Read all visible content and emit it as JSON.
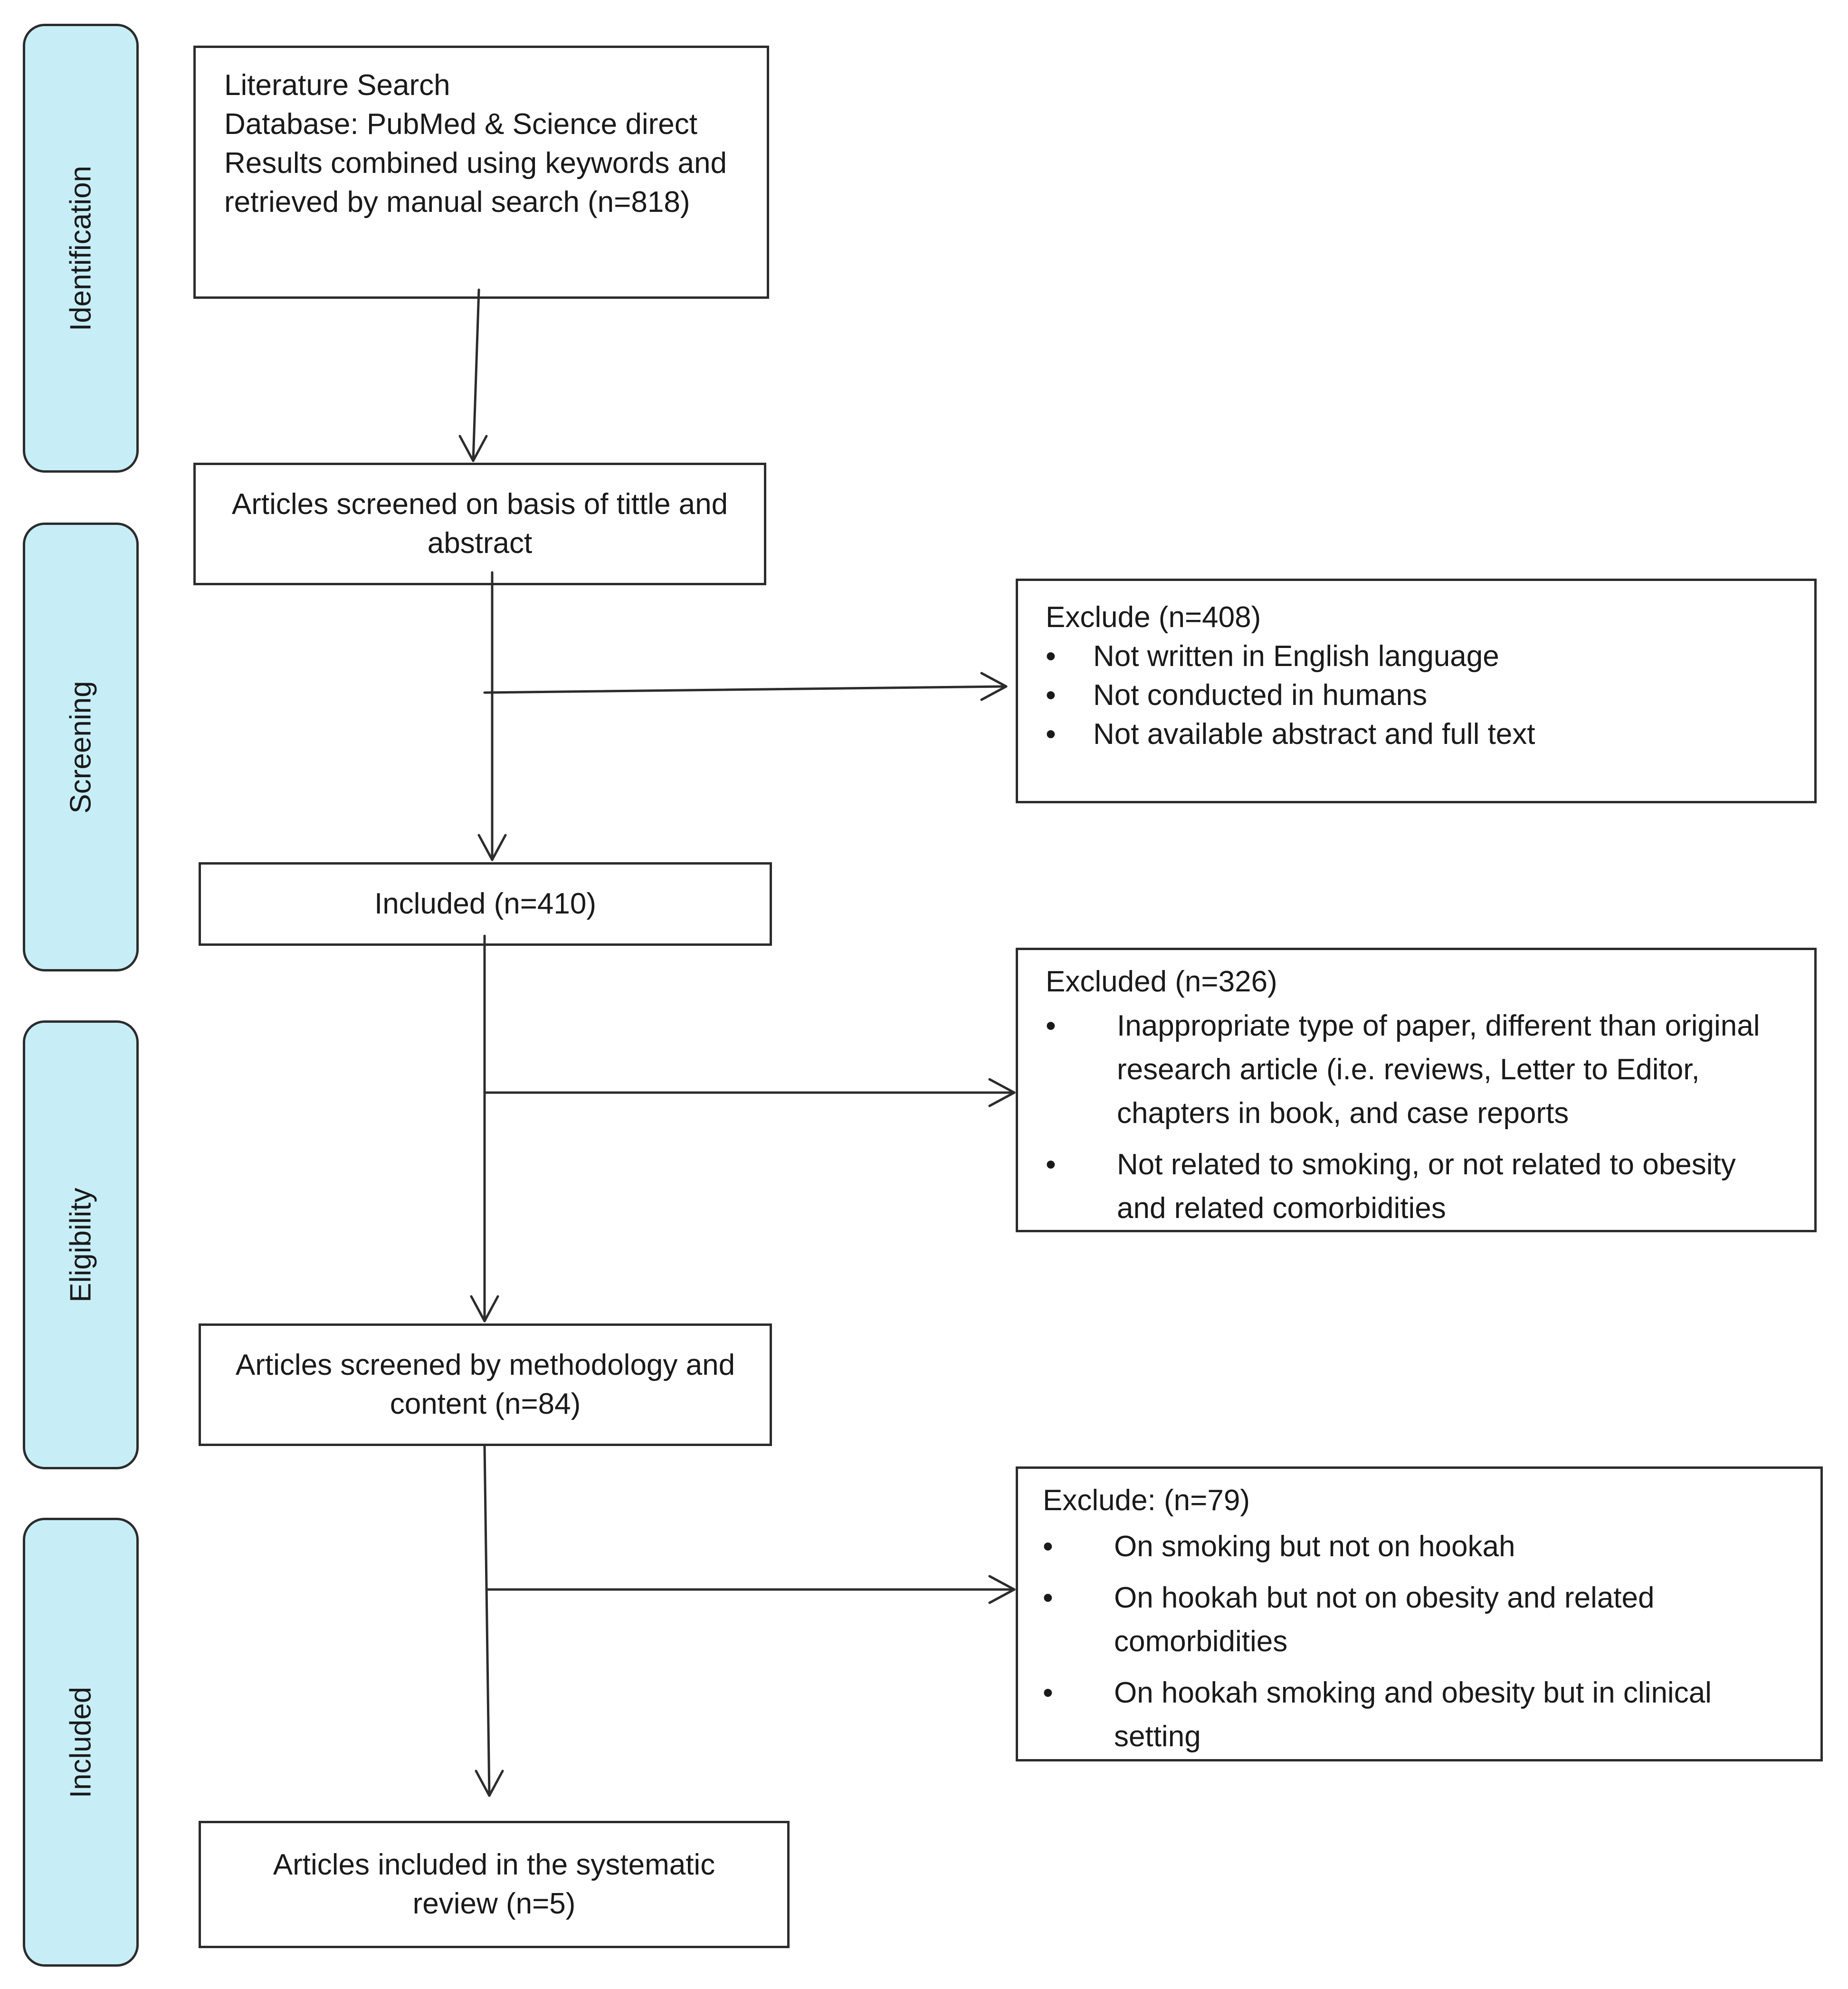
{
  "stages": [
    {
      "label": "Identification"
    },
    {
      "label": "Screening"
    },
    {
      "label": "Eligibility"
    },
    {
      "label": "Included"
    }
  ],
  "search": {
    "lines": [
      "Literature Search",
      "Database: PubMed & Science direct",
      "Results combined using keywords and",
      "retrieved by manual search (n=818)"
    ]
  },
  "screened": {
    "lines": [
      "Articles screened on basis of tittle and",
      "abstract"
    ]
  },
  "included_410": {
    "text": "Included (n=410)"
  },
  "methodology": {
    "lines": [
      "Articles screened by methodology and",
      "content (n=84)"
    ]
  },
  "final": {
    "lines": [
      "Articles included in the systematic",
      "review (n=5)"
    ]
  },
  "exclude1": {
    "title": "Exclude (n=408)",
    "items": [
      "Not written in English language",
      "Not conducted in humans",
      "Not available abstract and full text"
    ]
  },
  "exclude2": {
    "title": "Excluded (n=326)",
    "items": [
      "Inappropriate type of paper, different than original research article (i.e. reviews, Letter to Editor, chapters in book, and case reports",
      "Not related to smoking, or not related to obesity and related comorbidities"
    ]
  },
  "exclude3": {
    "title": "Exclude: (n=79)",
    "items": [
      "On smoking but not on hookah",
      "On hookah but not on obesity and related comorbidities",
      "On hookah smoking and obesity but in clinical setting"
    ]
  }
}
